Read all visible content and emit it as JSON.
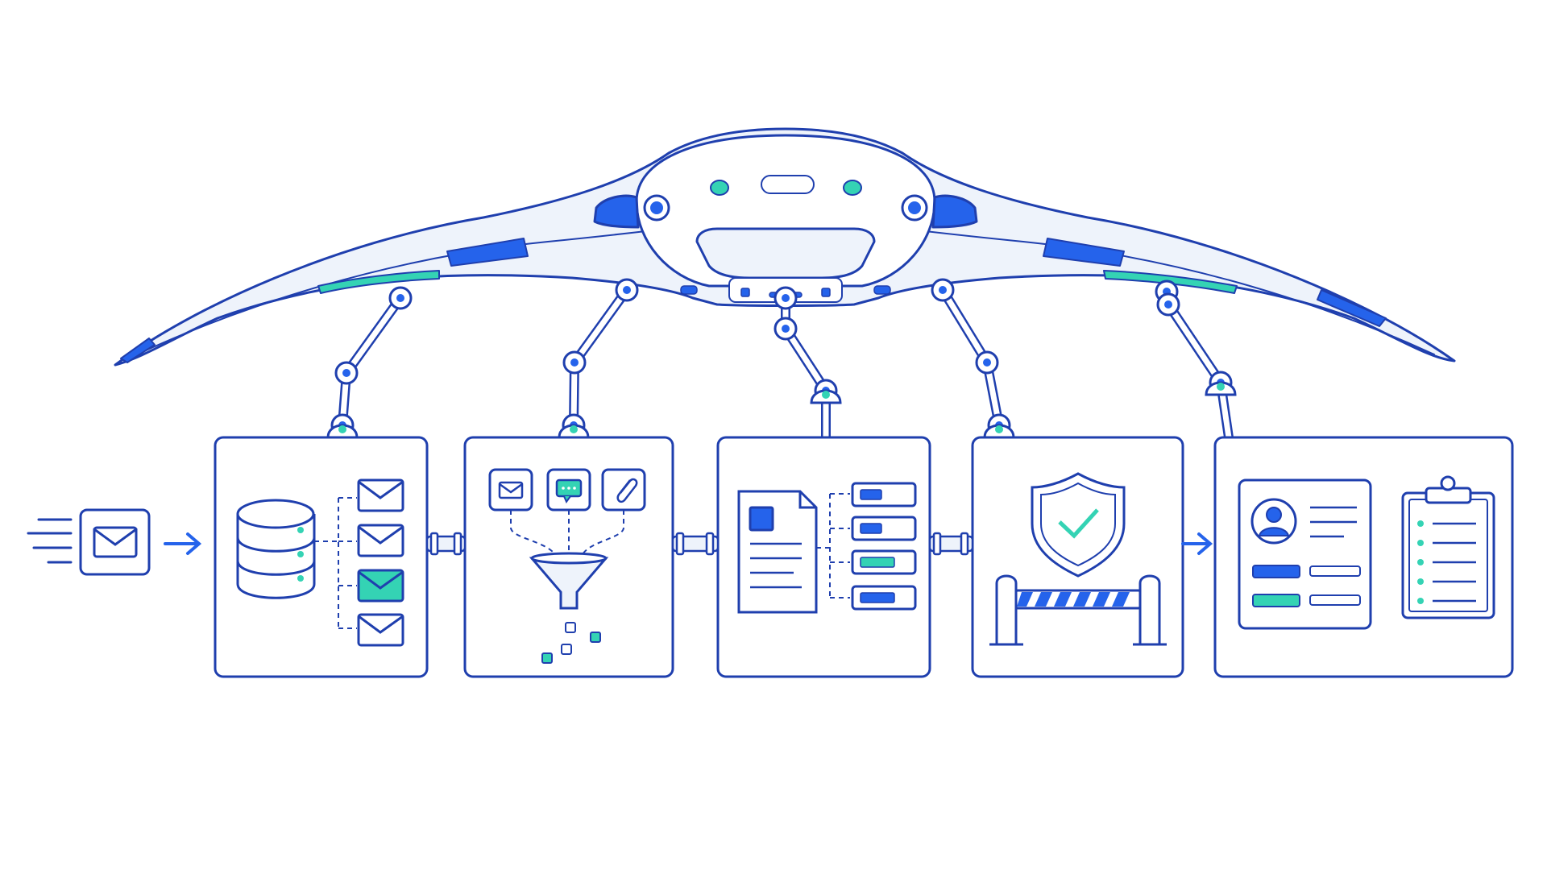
{
  "palette": {
    "outline": "#1f3fae",
    "blue": "#2563eb",
    "teal": "#34d3b4",
    "pale": "#eef3fb",
    "white": "#ffffff"
  },
  "diagram": {
    "orientation": "left-to-right",
    "input": {
      "icon": "envelope-icon",
      "speed_lines": 4
    },
    "drone": {
      "shape": "manta-ray",
      "eyes": 2,
      "arm_count": 5
    },
    "stages": [
      {
        "id": "ingest-store",
        "icons": [
          "database-icon",
          "envelope-icon",
          "envelope-icon",
          "envelope-icon",
          "envelope-icon"
        ],
        "highlighted_item": 3
      },
      {
        "id": "filter",
        "icons": [
          "envelope-icon",
          "chat-icon",
          "paperclip-icon",
          "funnel-icon"
        ]
      },
      {
        "id": "classify",
        "icons": [
          "document-icon",
          "tag-icon",
          "tag-icon",
          "tag-icon",
          "tag-icon"
        ],
        "highlighted_item": 3
      },
      {
        "id": "security-check",
        "icons": [
          "shield-check-icon",
          "barrier-icon"
        ]
      },
      {
        "id": "output",
        "icons": [
          "profile-card-icon",
          "clipboard-checklist-icon"
        ]
      }
    ],
    "clipboard_rows": 5
  }
}
